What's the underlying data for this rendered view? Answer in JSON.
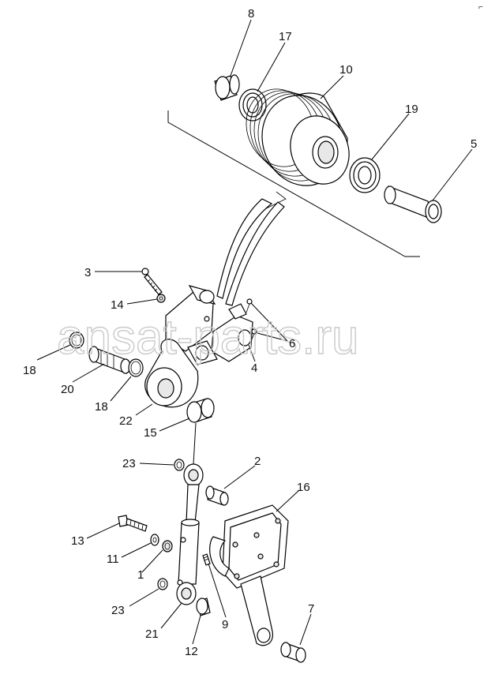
{
  "watermark": "ansat-parts.ru",
  "corner_mark": "⌐",
  "callouts": [
    {
      "id": "8",
      "text": "8"
    },
    {
      "id": "17",
      "text": "17"
    },
    {
      "id": "10",
      "text": "10"
    },
    {
      "id": "19",
      "text": "19"
    },
    {
      "id": "5",
      "text": "5"
    },
    {
      "id": "3",
      "text": "3"
    },
    {
      "id": "14",
      "text": "14"
    },
    {
      "id": "6",
      "text": "6"
    },
    {
      "id": "4",
      "text": "4"
    },
    {
      "id": "18a",
      "text": "18"
    },
    {
      "id": "20",
      "text": "20"
    },
    {
      "id": "18b",
      "text": "18"
    },
    {
      "id": "22",
      "text": "22"
    },
    {
      "id": "15",
      "text": "15"
    },
    {
      "id": "23a",
      "text": "23"
    },
    {
      "id": "2",
      "text": "2"
    },
    {
      "id": "16",
      "text": "16"
    },
    {
      "id": "13",
      "text": "13"
    },
    {
      "id": "11",
      "text": "11"
    },
    {
      "id": "1",
      "text": "1"
    },
    {
      "id": "23b",
      "text": "23"
    },
    {
      "id": "9",
      "text": "9"
    },
    {
      "id": "7",
      "text": "7"
    },
    {
      "id": "21",
      "text": "21"
    },
    {
      "id": "12",
      "text": "12"
    }
  ]
}
